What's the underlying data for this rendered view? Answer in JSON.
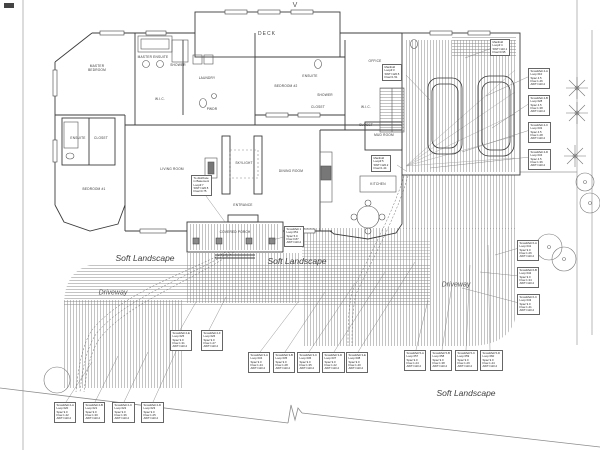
{
  "drawing": {
    "north_mark": "V",
    "deck_label": "DECK",
    "landscape": {
      "soft_left": "Soft Landscape",
      "soft_mid": "Soft Landscape",
      "soft_bottom": "Soft Landscape",
      "driveway_left": "Driveway",
      "driveway_right": "Driveway"
    },
    "rooms": [
      {
        "id": "master-bedroom",
        "label": "MASTER\nBEDROOM"
      },
      {
        "id": "master-ensuite",
        "label": "MASTER ENSUITE"
      },
      {
        "id": "shower-master",
        "label": "SHOWER"
      },
      {
        "id": "laundry",
        "label": "LAUNDRY"
      },
      {
        "id": "wic-main",
        "label": "W.I.C."
      },
      {
        "id": "pwdr",
        "label": "PWDR"
      },
      {
        "id": "bedroom-2",
        "label": "BEDROOM #2"
      },
      {
        "id": "office",
        "label": "OFFICE"
      },
      {
        "id": "ensuite-2",
        "label": "ENSUITE"
      },
      {
        "id": "shower-2",
        "label": "SHOWER"
      },
      {
        "id": "closet-2",
        "label": "CLOSET"
      },
      {
        "id": "wic-2",
        "label": "W.I.C."
      },
      {
        "id": "closet-3",
        "label": "CLOSET"
      },
      {
        "id": "mud-room",
        "label": "MUD ROOM"
      },
      {
        "id": "ensuite-1",
        "label": "ENSUITE"
      },
      {
        "id": "closet-1",
        "label": "CLOSET"
      },
      {
        "id": "bedroom-1",
        "label": "BEDROOM #1"
      },
      {
        "id": "living-room",
        "label": "LIVING ROOM"
      },
      {
        "id": "skylight",
        "label": "SKYLIGHT"
      },
      {
        "id": "dining-room",
        "label": "DINING ROOM"
      },
      {
        "id": "entrance",
        "label": "ENTRANCE"
      },
      {
        "id": "covered-porch",
        "label": "COVERED PORCH"
      },
      {
        "id": "kitchen",
        "label": "KITCHEN"
      }
    ],
    "callouts": [
      {
        "id": "basement-distribution",
        "text": "To distribute\nin Basement\nLoop# 7\nSWT=120.5\nFlow=0.75"
      },
      {
        "id": "manifold-3",
        "text": "Manifold\nLoop# 3\nSWT=120.5\nFlow=1.51"
      },
      {
        "id": "manifold-4",
        "text": "Manifold\nLoop# 4\nSWT=110.1\nFlow=0.95"
      },
      {
        "id": "manifold-5",
        "text": "Manifold\nLoop# 5\nSWT=120.2\nFlow=1.44"
      },
      {
        "id": "snowmelt-porch",
        "text": "SnowMelt 1\nLoop 051\nSpac 5.0\nFlow 0.87\nAWT=110.2"
      },
      {
        "id": "snowmelt-4a",
        "text": "SnowMelt 4-A\nLoop 010\nSpac 4.5\nFlow 1.46\nAWT=110.2"
      },
      {
        "id": "snowmelt-4b",
        "text": "SnowMelt 4-B\nLoop 028\nSpac 4.5\nFlow 1.38\nAWT=110.2"
      },
      {
        "id": "snowmelt-4c",
        "text": "SnowMelt 4-C\nLoop 032\nSpac 4.5\nFlow 1.28\nAWT=110.2"
      },
      {
        "id": "snowmelt-4d",
        "text": "SnowMelt 4-D\nLoop 034\nSpac 4.5\nFlow 1.36\nAWT=110.2"
      },
      {
        "id": "snowmelt-6a",
        "text": "SnowMelt 6-A\nLoop 041\nSpac 9.0\nFlow 1.26\nAWT=110.2"
      },
      {
        "id": "snowmelt-6b",
        "text": "SnowMelt 6-B\nLoop 042\nSpac 9.0\nFlow 1.34\nAWT=110.2"
      },
      {
        "id": "snowmelt-6c",
        "text": "SnowMelt 6-C\nLoop 043\nSpac 9.0\nFlow 1.41\nAWT=110.2"
      },
      {
        "id": "snowmelt-5a",
        "text": "SnowMelt 5-A\nLoop 057\nSpac 9.0\nFlow 1.24\nAWT=110.2"
      },
      {
        "id": "snowmelt-5b",
        "text": "SnowMelt 5-B\nLoop 058\nSpac 9.0\nFlow 1.38\nAWT=110.2"
      },
      {
        "id": "snowmelt-5c",
        "text": "SnowMelt 5-C\nLoop 059\nSpac 9.0\nFlow 1.29\nAWT=110.2"
      },
      {
        "id": "snowmelt-5d",
        "text": "SnowMelt 5-D\nLoop 060\nSpac 9.0\nFlow 1.44\nAWT=110.2"
      },
      {
        "id": "snowmelt-3a",
        "text": "SnowMelt 3-A\nLoop 034\nSpac 9.0\nFlow 1.44\nAWT=110.2"
      },
      {
        "id": "snowmelt-3b",
        "text": "SnowMelt 3-B\nLoop 035\nSpac 9.0\nFlow 1.28\nAWT=110.2"
      },
      {
        "id": "snowmelt-3c",
        "text": "SnowMelt 3-C\nLoop 036\nSpac 9.0\nFlow 1.35\nAWT=110.2"
      },
      {
        "id": "snowmelt-3d",
        "text": "SnowMelt 3-D\nLoop 037\nSpac 9.0\nFlow 1.22\nAWT=110.2"
      },
      {
        "id": "snowmelt-3e",
        "text": "SnowMelt 3-E\nLoop 038\nSpac 9.0\nFlow 1.40\nAWT=110.2"
      },
      {
        "id": "snowmelt-2e",
        "text": "SnowMelt 2-E\nLoop 025\nSpac 9.0\nFlow 1.31\nAWT=110.2"
      },
      {
        "id": "snowmelt-2f",
        "text": "SnowMelt 2-F\nLoop 026\nSpac 9.0\nFlow 1.27\nAWT=110.2"
      },
      {
        "id": "snowmelt-2a",
        "text": "SnowMelt 2-A\nLoop 020\nSpac 9.0\nFlow 1.42\nAWT=110.2"
      },
      {
        "id": "snowmelt-2b",
        "text": "SnowMelt 2-B\nLoop 021\nSpac 9.0\nFlow 1.30\nAWT=110.2"
      },
      {
        "id": "snowmelt-2c",
        "text": "SnowMelt 2-C\nLoop 022\nSpac 9.0\nFlow 1.36\nAWT=110.2"
      },
      {
        "id": "snowmelt-2d",
        "text": "SnowMelt 2-D\nLoop 023\nSpac 9.0\nFlow 1.25\nAWT=110.2"
      }
    ]
  }
}
